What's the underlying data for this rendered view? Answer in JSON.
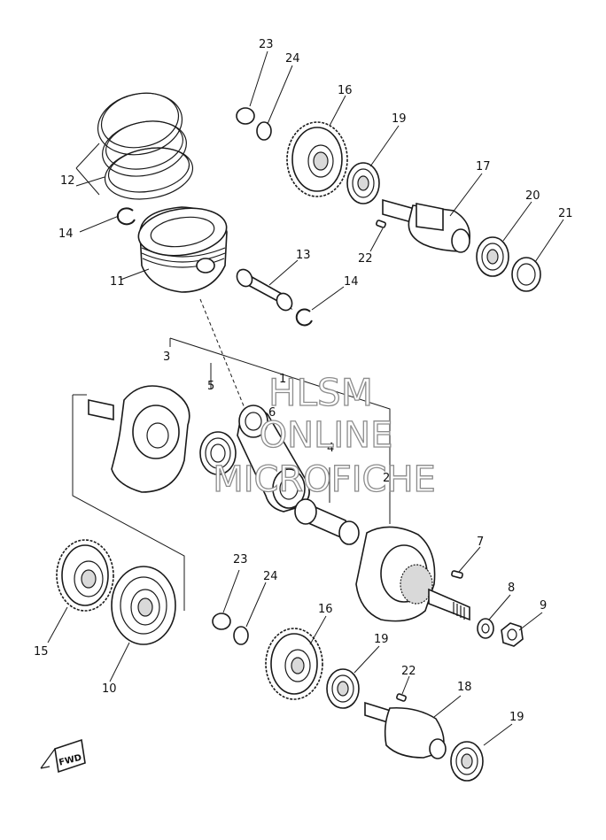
{
  "callouts": {
    "c23_top": "23",
    "c24_top": "24",
    "c16_top": "16",
    "c19_top": "19",
    "c17": "17",
    "c20": "20",
    "c21": "21",
    "c22_top": "22",
    "c12": "12",
    "c14_left": "14",
    "c11": "11",
    "c13": "13",
    "c14_right": "14",
    "c3": "3",
    "c5": "5",
    "c1": "1",
    "c6": "6",
    "c4": "4",
    "c2": "2",
    "c7": "7",
    "c8": "8",
    "c9": "9",
    "c15": "15",
    "c10": "10",
    "c23_bot": "23",
    "c24_bot": "24",
    "c16_bot": "16",
    "c19_mid": "19",
    "c22_bot": "22",
    "c18": "18",
    "c19_bot": "19"
  },
  "watermark": {
    "line1": "HLSM",
    "line2": "ONLINE",
    "line3": "MICROFICHE"
  },
  "fwd_marker": "FWD"
}
